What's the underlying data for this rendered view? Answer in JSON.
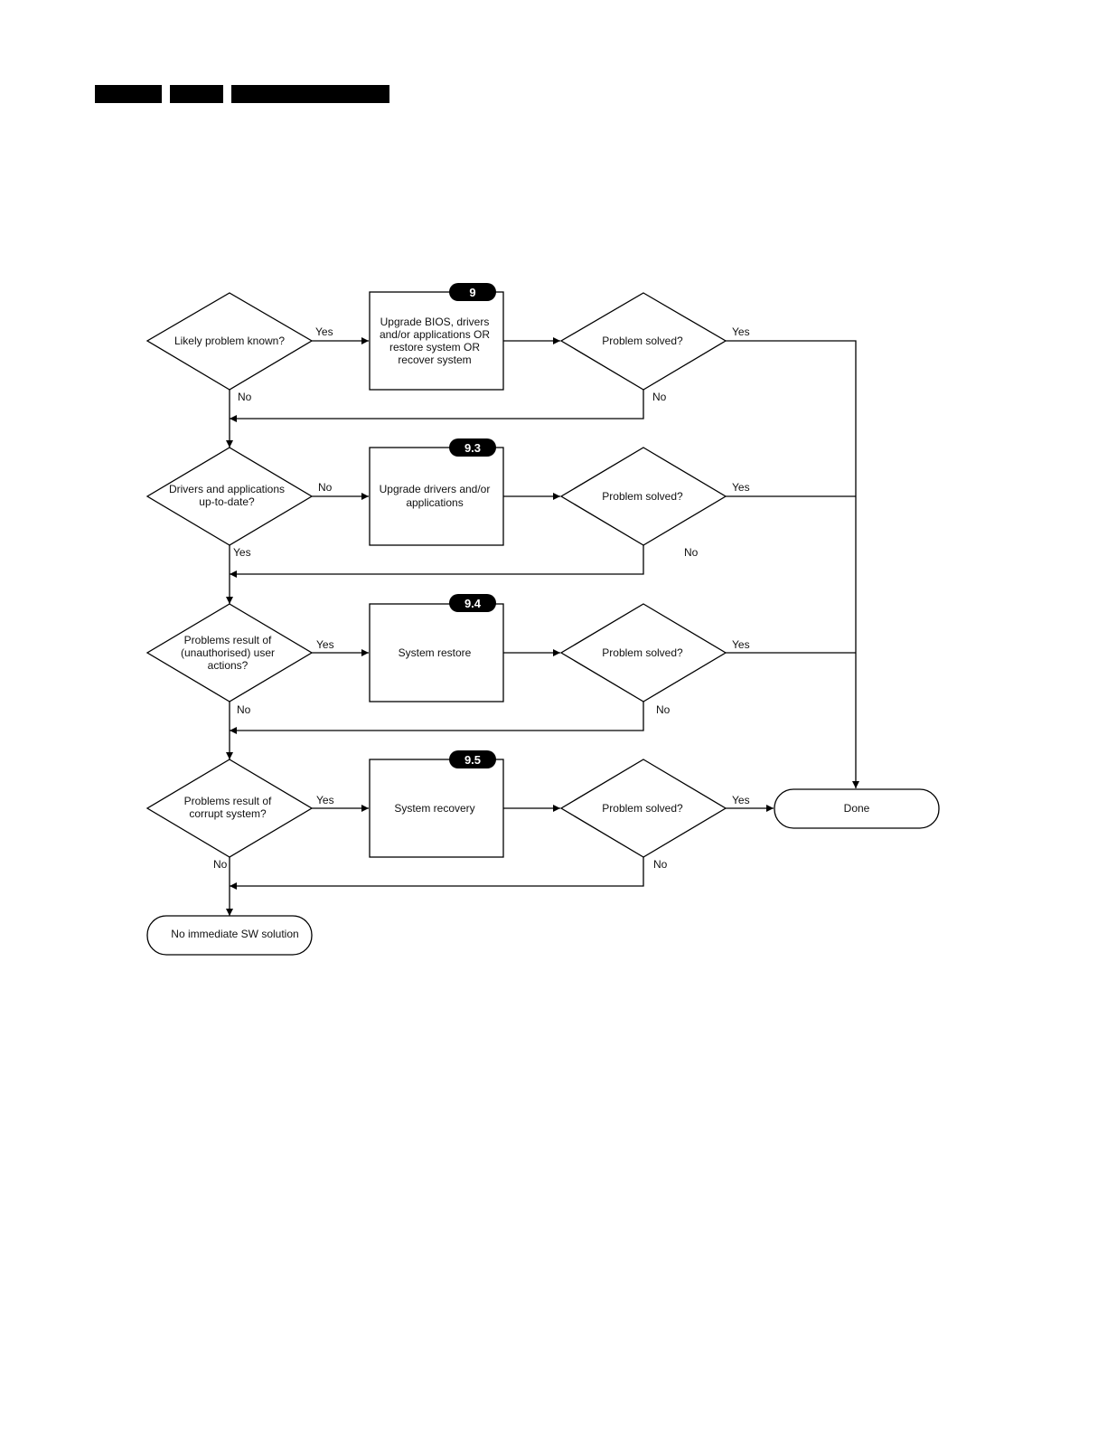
{
  "flowchart": {
    "decisions": {
      "likely_known": [
        "Likely problem known?"
      ],
      "drivers_uptodate": [
        "Drivers and applications",
        "up-to-date?"
      ],
      "user_actions": [
        "Problems result of",
        "(unauthorised) user",
        "actions?"
      ],
      "corrupt_system": [
        "Problems result of",
        "corrupt system?"
      ],
      "solved1": [
        "Problem solved?"
      ],
      "solved2": [
        "Problem solved?"
      ],
      "solved3": [
        "Problem solved?"
      ],
      "solved4": [
        "Problem solved?"
      ]
    },
    "processes": {
      "upgrade_bios": [
        "Upgrade BIOS, drivers",
        "and/or applications OR",
        "restore system OR",
        "recover system"
      ],
      "upgrade_drivers": [
        "Upgrade drivers and/or",
        "applications"
      ],
      "system_restore": [
        "System restore"
      ],
      "system_recovery": [
        "System recovery"
      ]
    },
    "badges": {
      "b1": "9",
      "b2": "9.3",
      "b3": "9.4",
      "b4": "9.5"
    },
    "terminals": {
      "done": "Done",
      "no_solution": "No immediate SW solution"
    },
    "edge_labels": {
      "yes": "Yes",
      "no": "No"
    }
  }
}
